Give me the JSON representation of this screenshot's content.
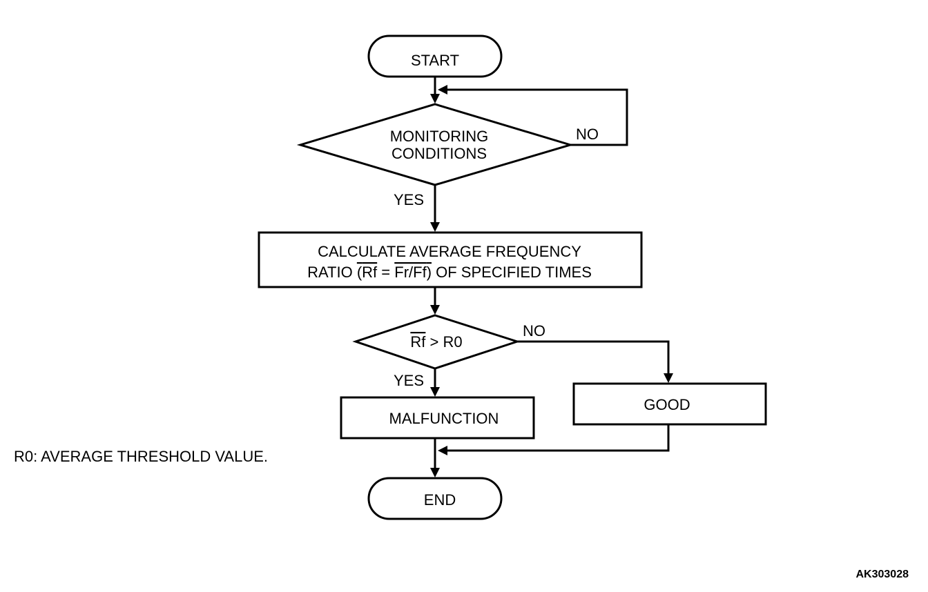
{
  "flowchart": {
    "start": "START",
    "decision_monitoring": {
      "line1": "MONITORING",
      "line2": "CONDITIONS"
    },
    "monitoring_no": "NO",
    "monitoring_yes": "YES",
    "process_calculate": {
      "line1": "CALCULATE AVERAGE FREQUENCY",
      "line2_prefix": "RATIO ",
      "line2_formula_open": "(",
      "line2_formula_rf": "Rf",
      "line2_formula_eq": " = ",
      "line2_formula_ratio": "Fr/Ff",
      "line2_formula_close": ")",
      "line2_suffix": " OF SPECIFIED TIMES"
    },
    "decision_threshold": {
      "rf": "Rf",
      "rest": " > R0"
    },
    "threshold_no": "NO",
    "threshold_yes": "YES",
    "malfunction": "MALFUNCTION",
    "good": "GOOD",
    "end": "END"
  },
  "note": "R0: AVERAGE THRESHOLD VALUE.",
  "figure_code": "AK303028",
  "colors": {
    "stroke": "#000000",
    "background": "#ffffff"
  }
}
